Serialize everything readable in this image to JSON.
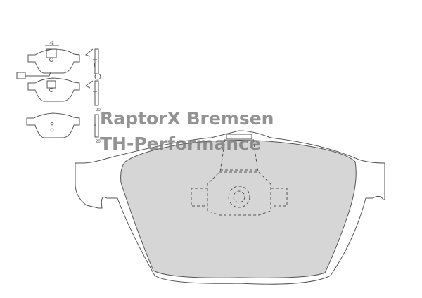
{
  "diagram": {
    "dimensions": {
      "width_label": "45",
      "thickness_label_1": "20",
      "thickness_label_2": "20"
    },
    "colors": {
      "pad_fill": "#d6d6d6",
      "line": "#555555",
      "watermark": "#7a7a7a"
    }
  },
  "watermark": {
    "line1": "RaptorX Bremsen",
    "line2": "TH-Performance"
  }
}
